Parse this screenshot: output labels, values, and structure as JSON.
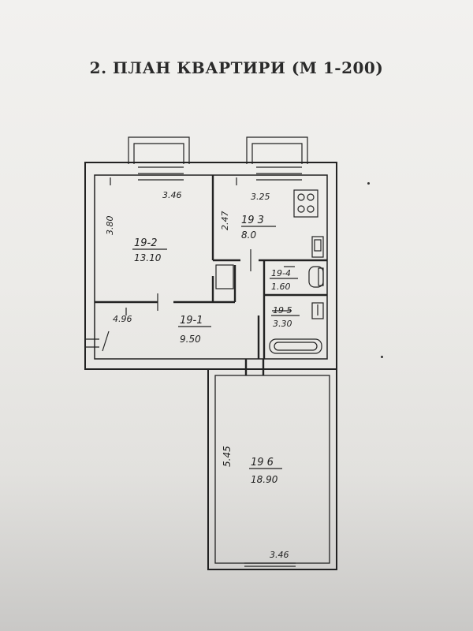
{
  "title": "2. ПЛАН КВАРТИРИ (М 1-200)",
  "rooms": [
    {
      "number": "19-2",
      "area": "13.10"
    },
    {
      "number": "19 3",
      "area": "8.0"
    },
    {
      "number": "19-4",
      "area": "1.60"
    },
    {
      "number": "19 5",
      "area": "3.30"
    },
    {
      "number": "19-1",
      "area": "9.50"
    },
    {
      "number": "19 6",
      "area": "18.90"
    }
  ],
  "dimensions": {
    "room2_width": "3.46",
    "room2_depth": "3.80",
    "kitchen_width": "3.25",
    "kitchen_depth": "2.47",
    "hall_length": "4.96",
    "room6_depth": "5.45",
    "room6_width": "3.46"
  },
  "colors": {
    "ink": "#222222",
    "paper": "#f0efec"
  }
}
